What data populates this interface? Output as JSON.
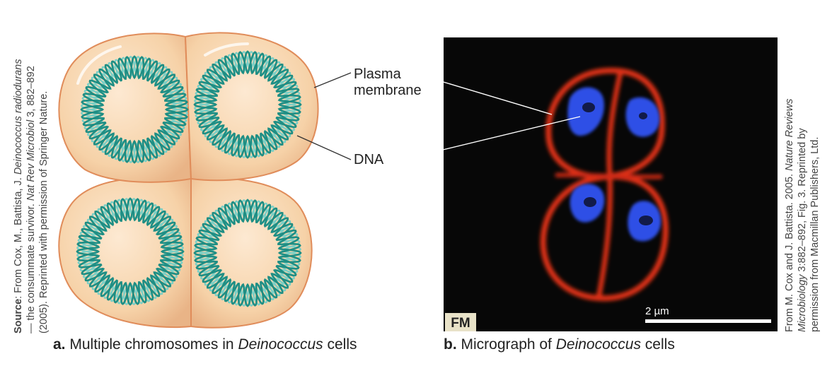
{
  "left_credit": {
    "line1_bold": "Source",
    "line1_rest": ": From Cox, M., Battista, J. ",
    "line1_italic": "Deinococcus radiodurans",
    "line2_start": "— the consummate survivor. ",
    "line2_italic": "Nat Rev Microbiol",
    "line2_end": " 3, 882–892",
    "line3": "(2005). Reprinted with permission of Springer Nature."
  },
  "right_credit": {
    "line1_start": "From M. Cox and J. Battista. 2005. ",
    "line1_italic": "Nature Reviews",
    "line2_italic": "Microbiology",
    "line2_rest": " 3:882–892, Fig. 3. Reprinted by",
    "line3": "permission from Macmillan Publishers, Ltd."
  },
  "labels": {
    "plasma_line1": "Plasma",
    "plasma_line2": "membrane",
    "dna": "DNA"
  },
  "micrograph": {
    "badge": "FM",
    "scale": "2 µm"
  },
  "captions": {
    "a_letter": "a.",
    "a_text": " Multiple chromosomes in ",
    "a_italic": "Deinococcus",
    "a_end": " cells",
    "b_letter": "b.",
    "b_text": " Micrograph of ",
    "b_italic": "Deinococcus",
    "b_end": " cells"
  },
  "colors": {
    "cell_fill": "#f6d2a8",
    "cell_outline": "#e08c5a",
    "dna_dark": "#1f8e84",
    "dna_light": "#7ccfc5",
    "micro_bg": "#070707",
    "membrane_red": "#e23019",
    "nucleoid_blue": "#2f4fe6"
  }
}
